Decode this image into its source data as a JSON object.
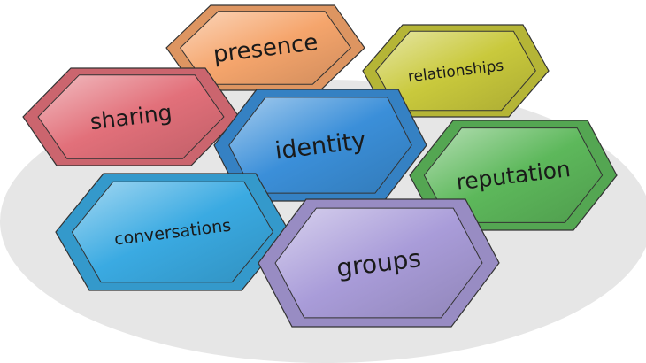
{
  "diagram": {
    "hexagons": [
      {
        "id": "presence",
        "label": "presence",
        "color": "#f5a56c"
      },
      {
        "id": "relationships",
        "label": "relationships",
        "color": "#c9c93c"
      },
      {
        "id": "sharing",
        "label": "sharing",
        "color": "#e2707a"
      },
      {
        "id": "identity",
        "label": "identity",
        "color": "#3b8fd9"
      },
      {
        "id": "reputation",
        "label": "reputation",
        "color": "#5db85b"
      },
      {
        "id": "conversations",
        "label": "conversations",
        "color": "#3aaae2"
      },
      {
        "id": "groups",
        "label": "groups",
        "color": "#a99cd9"
      }
    ]
  }
}
